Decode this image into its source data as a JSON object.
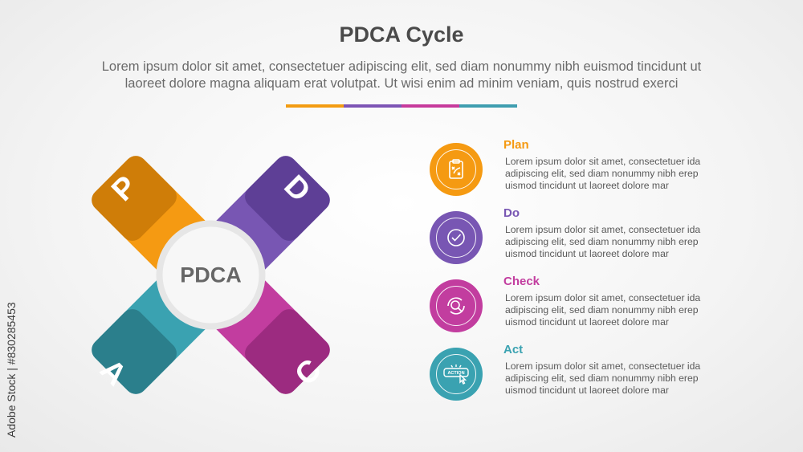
{
  "header": {
    "title": "PDCA Cycle",
    "subtitle_line1": "Lorem ipsum dolor sit amet, consectetuer adipiscing elit, sed diam nonummy nibh euismod tincidunt ut",
    "subtitle_line2": "laoreet dolore magna aliquam erat volutpat. Ut wisi enim ad minim veniam, quis nostrud exerci"
  },
  "divider_colors": [
    "#f39c12",
    "#7d55b5",
    "#c73a9c",
    "#3f9eb0"
  ],
  "diagram": {
    "center_label": "PDCA",
    "arms": [
      {
        "letter": "P",
        "color": "#f59a12",
        "shade": "#cf7d08"
      },
      {
        "letter": "D",
        "color": "#7856b3",
        "shade": "#5e3f96"
      },
      {
        "letter": "A",
        "color": "#3aa2b1",
        "shade": "#2b7f8c"
      },
      {
        "letter": "C",
        "color": "#c23d9f",
        "shade": "#9c2b80"
      }
    ]
  },
  "steps": [
    {
      "title": "Plan",
      "color": "#f59a12",
      "icon": "clipboard-strategy-icon",
      "line1": "Lorem ipsum dolor sit amet, consectetuer ida",
      "line2": "adipiscing elit, sed diam nonummy nibh erep",
      "line3": "uismod tincidunt ut laoreet dolore mar"
    },
    {
      "title": "Do",
      "color": "#7856b3",
      "icon": "check-circle-icon",
      "line1": "Lorem ipsum dolor sit amet, consectetuer ida",
      "line2": "adipiscing elit, sed diam nonummy nibh erep",
      "line3": "uismod tincidunt ut laoreet dolore mar"
    },
    {
      "title": "Check",
      "color": "#c23d9f",
      "icon": "magnifier-cycle-icon",
      "line1": "Lorem ipsum dolor sit amet, consectetuer ida",
      "line2": "adipiscing elit, sed diam nonummy nibh erep",
      "line3": "uismod tincidunt ut laoreet dolore mar"
    },
    {
      "title": "Act",
      "color": "#3aa2b1",
      "icon": "action-button-click-icon",
      "line1": "Lorem ipsum dolor sit amet, consectetuer ida",
      "line2": "adipiscing elit, sed diam nonummy nibh erep",
      "line3": "uismod tincidunt ut laoreet dolore mar"
    }
  ],
  "act_icon_text": "ACTION",
  "watermark": "Adobe Stock | #830285453"
}
